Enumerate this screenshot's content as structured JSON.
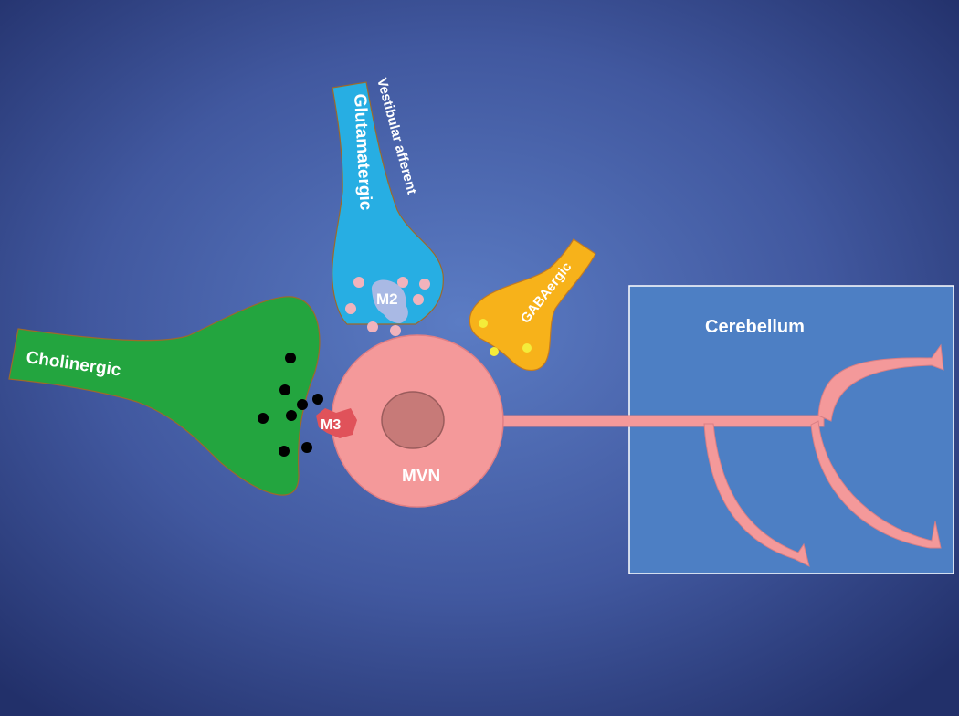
{
  "labels": {
    "cholinergic": "Cholinergic",
    "glutamatergic": "Glutamatergic",
    "vestibular_afferent": "Vestibular afferent",
    "gabaergic": "GABAergic",
    "cerebellum": "Cerebellum",
    "mvn": "MVN",
    "m2": "M2",
    "m3": "M3"
  },
  "colors": {
    "background_center": "#5b7cc4",
    "background_edge": "#22306a",
    "cholinergic": "#23a53f",
    "glutamatergic": "#27aee3",
    "gabaergic": "#f7b21a",
    "mvn_cell": "#f4999a",
    "mvn_nucleus": "#c77a78",
    "m3_receptor": "#e0525a",
    "m2_receptor": "#a9b9e4",
    "cerebellum_box": "#4d7fc4",
    "acetylcholine": "#000000",
    "glutamate": "#f1b3bc",
    "gaba": "#f4ec3a"
  }
}
